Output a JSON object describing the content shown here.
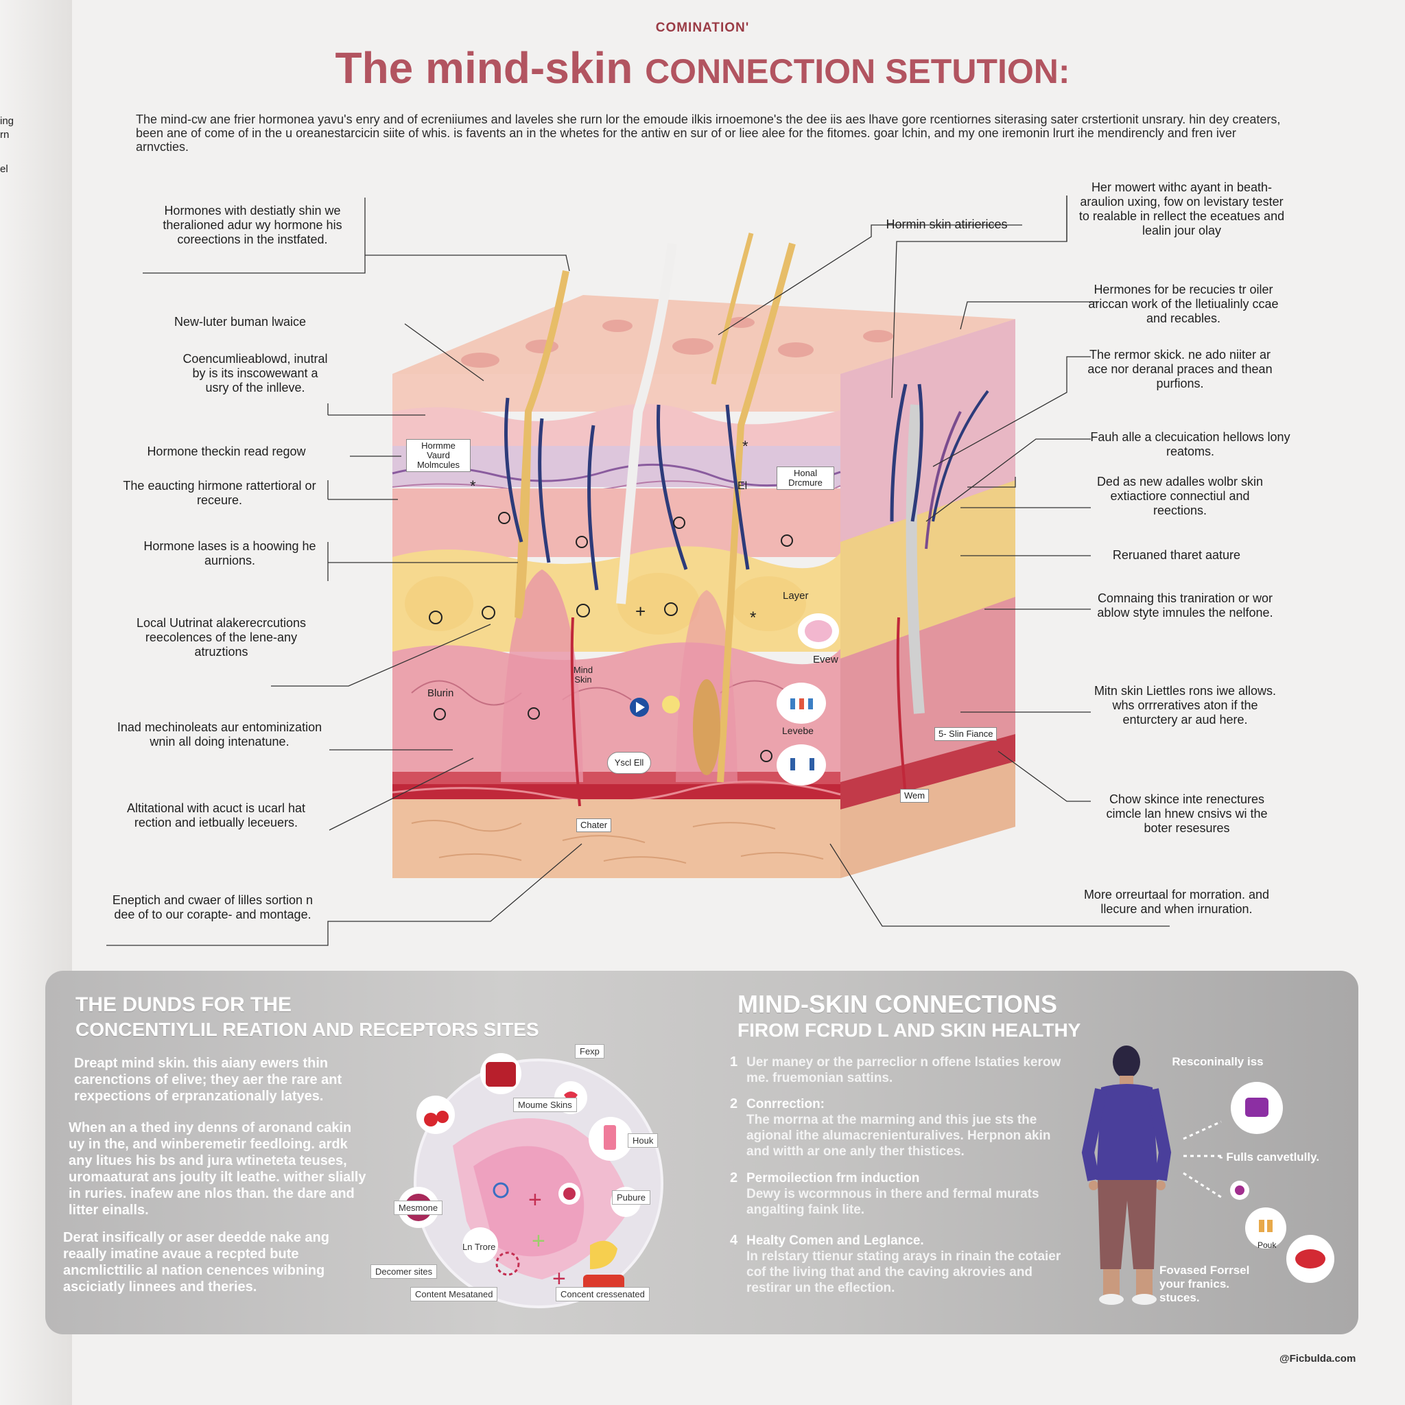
{
  "header": {
    "kicker": "COMINATION'",
    "title_main": "The mind-skin",
    "title_caps": "CONNECTION SETUTION:",
    "intro": "The mind-cw ane frier hormonea yavu's enry and of ecreniiumes and laveles she rurn lor the emoude ilkis irnoemone's the dee iis aes lhave gore rcentiornes siterasing sater crstertionit unsrary. hin dey creaters, been ane of come of in the u oreanestarcicin siite of whis. is favents an in the whetes for the antiw en sur of or liee alee for the fitomes. goar lchin, and my one iremonin lrurt ihe mendirencly and fren iver arnvcties."
  },
  "prev_page": [
    "ing",
    "rn",
    "el"
  ],
  "left_labels": [
    "Hormones with destiatly shin we theralioned adur wy hormone his coreections in the instfated.",
    "New-luter buman lwaice",
    "Coencumlieablowd, inutral by is its inscowewant a usry of the inlleve.",
    "Hormone theckin read regow",
    "The eaucting hirmone rattertioral or receure.",
    "Hormone lases is a hoowing he aurnions.",
    "Local Uutrinat alakerecrcutions reecolences of the lene-any atruztions",
    "Inad mechinoleats aur entominization wnin all doing intenatune.",
    "Altitational with acuct is ucarl hat rection and ietbually leceuers.",
    "Eneptich and cwaer of lilles sortion n dee of to our corapte- and montage."
  ],
  "right_labels": [
    "Her mowert withc ayant in beath- araulion uxing, fow on levistary tester to realable in rellect the eceatues and lealin jour olay",
    "Hormin skin atirierices",
    "Hermones for be recucies tr oiler ariccan work of the lletiualinly ccae and recables.",
    "The rermor skick. ne ado niiter ar ace nor deranal praces and thean purfions.",
    "Fauh alle a clecuication hellows lony reatoms.",
    "Ded as new adalles wolbr skin extiactiore connectiul and reections.",
    "Reruaned tharet aature",
    "Comnaing this traniration or wor ablow styte imnules the nelfone.",
    "Mitn skin Liettles rons iwe allows. whs orrreratives aton if the enturctery ar aud here.",
    "Chow skince inte renectures cimcle lan hnew cnsivs wi the boter resesures",
    "More orreurtaal for morration. and llecure and when irnuration."
  ],
  "diagram_tags": {
    "hormone_vaurd": "Hormme Vaurd Molmcules",
    "honal": "Honal Drcmure",
    "el": "El",
    "layer": "Layer",
    "evew": "Evew",
    "mind_skin": "Mind Skin",
    "blurin": "Blurin",
    "levebe": "Levebe",
    "yscl": "Yscl Ell",
    "skin_fiance": "5- Slin Fiance",
    "wem": "Wem",
    "chater": "Chater"
  },
  "panel": {
    "left_heading_1": "THE DUNDS FOR THE",
    "left_heading_2": "CONCENTIYLIL REATION AND RECEPTORS SITES",
    "left_paragraphs": [
      "Dreapt mind skin. this aiany ewers thin carenctions of elive; they aer the rare ant rexpections of erpranzationally latyes.",
      "When an a thed iny denns of aronand cakin uy in the, and winberemetir feedloing. ardk any litues his bs and jura wtineteta teuses, uromaaturat ans joulty ilt leathe. wither slially in ruries. inafew ane nlos than. the dare and litter einalls.",
      "Derat insifically or aser deedde nake ang reaally imatine avaue a recpted bute ancmlicttilic al nation cenences wibning asciciatly linnees and theries."
    ],
    "circle_tags": {
      "fexp": "Fexp",
      "moume": "Moume Skins",
      "houk": "Houk",
      "pubure": "Pubure",
      "mesmone": "Mesmone",
      "lntrore": "Ln Trore",
      "decomer": "Decomer sites",
      "content_mes": "Content Mesataned",
      "content_cres": "Concent cressenated"
    },
    "right_heading_1": "MIND-SKIN CONNECTIONS",
    "right_heading_2": "FIROM FCRUD L AND SKIN HEALTHY",
    "steps": [
      {
        "num": "1",
        "title": "",
        "desc": "Uer maney or the parreclior n offene lstaties kerow me. fruemonian sattins."
      },
      {
        "num": "2",
        "title": "Conrrection:",
        "desc": "The morrna at the marming and this jue sts the agional ithe alumacrenienturalives. Herpnon akin and witth ar one anly ther thistices."
      },
      {
        "num": "2",
        "title": "Permoilection frm induction",
        "desc": "Dewy is wcormnous in there and fermal murats angalting faink lite."
      },
      {
        "num": "4",
        "title": "Healty Comen and Leglance.",
        "desc": "In relstary ttienur stating arays in rinain the cotaier cof the living that and the caving akrovies and restirar un the eflection."
      }
    ],
    "figure_labels": {
      "resconinally": "Resconinally iss",
      "fulls": "- Fulls canvetlully.",
      "pouk": "Pouk",
      "fovased": "Fovased Forrsel your franics. stuces."
    }
  },
  "credit": "@Ficbulda.com",
  "colors": {
    "title": "#b25460",
    "kicker": "#9a3b45",
    "skin_top": "#f2c7b8",
    "dermis": "#f0b0b0",
    "fat": "#f7dc8f",
    "deep_dermis": "#e9a1a6",
    "blood": "#c0283a",
    "hypodermis": "#eec09e",
    "nerve": "#2d3b7a",
    "hair": "#e7bd68"
  }
}
